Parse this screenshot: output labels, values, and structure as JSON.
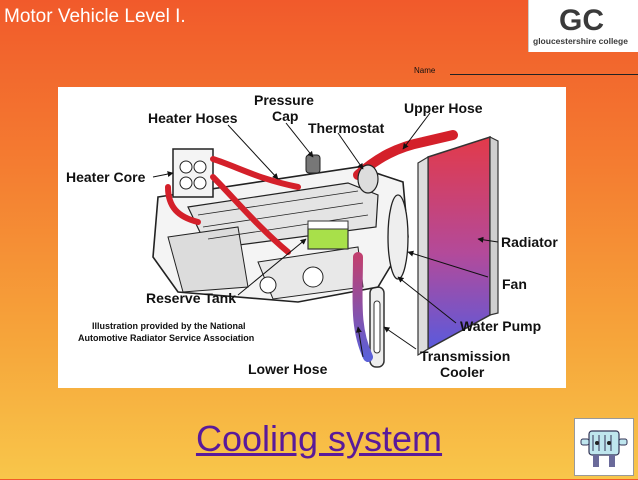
{
  "header": {
    "title": "Motor Vehicle Level I.",
    "name_label": "Name"
  },
  "logo": {
    "letters": "GC",
    "subtitle": "gloucestershire college"
  },
  "diagram": {
    "labels": {
      "heater_hoses": "Heater Hoses",
      "pressure_cap_1": "Pressure",
      "pressure_cap_2": "Cap",
      "thermostat": "Thermostat",
      "upper_hose": "Upper Hose",
      "heater_core": "Heater Core",
      "radiator": "Radiator",
      "fan": "Fan",
      "reserve_tank": "Reserve Tank",
      "water_pump": "Water Pump",
      "lower_hose": "Lower Hose",
      "transmission_cooler_1": "Transmission",
      "transmission_cooler_2": "Cooler"
    },
    "credit_1": "Illustration provided by the National",
    "credit_2": "Automotive Radiator Service Association"
  },
  "slide": {
    "title": "Cooling system"
  },
  "colors": {
    "accent_title": "#5a1a9a",
    "hose_red": "#d4202a",
    "radiator_start": "#e23a4a",
    "radiator_end": "#5a5adc"
  },
  "icons": {
    "mascot": "cooling-mascot-icon"
  }
}
